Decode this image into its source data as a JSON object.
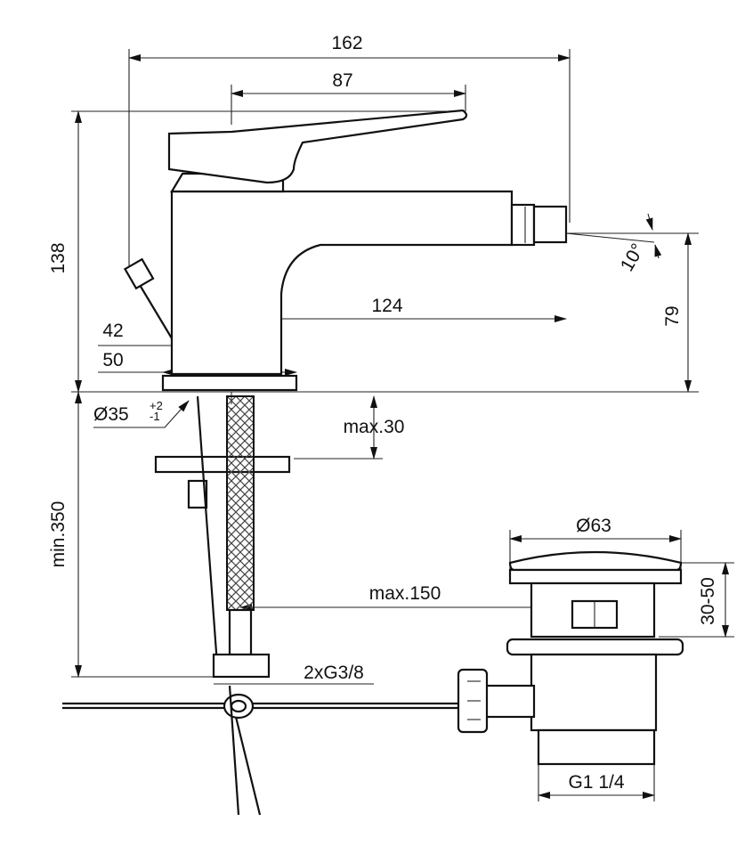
{
  "drawing": {
    "dimensions": {
      "overall_length": "162",
      "handle_length": "87",
      "overall_height": "138",
      "spout_reach": "124",
      "spout_angle": "10°",
      "spout_height": "79",
      "body_width_42": "42",
      "base_width_50": "50",
      "hole_diameter": "Ø35",
      "hole_tol_plus": "+2",
      "hole_tol_minus": "-1",
      "max_deck": "max.30",
      "min_hose": "min.350",
      "max_rod": "max.150",
      "waste_diameter": "Ø63",
      "waste_height": "30-50",
      "connection": "2xG3/8",
      "waste_thread": "G1 1/4"
    }
  }
}
